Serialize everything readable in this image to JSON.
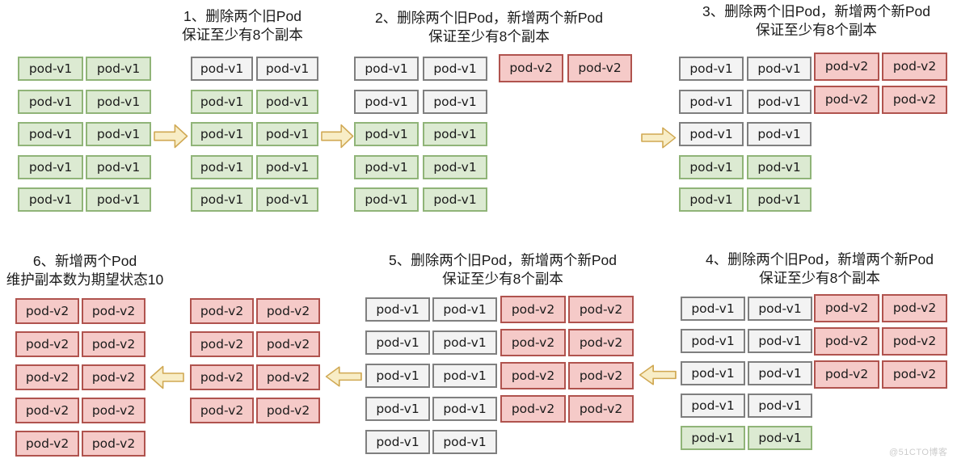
{
  "diagram": {
    "description": "Kubernetes rolling update pod replacement flow",
    "watermark": "@51CTO博客"
  },
  "labels": {
    "pod_v1": "pod-v1",
    "pod_v2": "pod-v2"
  },
  "cell_types": {
    "g": {
      "label_key": "pod_v1",
      "name": "pod-v1-running-box",
      "fill": "#dcead2",
      "border": "#90b478"
    },
    "w": {
      "label_key": "pod_v1",
      "name": "pod-v1-terminating-box",
      "fill": "#f3f3f3",
      "border": "#7f7f7f"
    },
    "r": {
      "label_key": "pod_v2",
      "name": "pod-v2-new-box",
      "fill": "#f5cac8",
      "border": "#b0534e"
    }
  },
  "colors": {
    "background": "#ffffff",
    "arrow_fill": "#f8edc6",
    "arrow_border": "#d0a852",
    "title_text": "#1a1a1a",
    "watermark_text": "#cccccc",
    "pod_green_fill": "#dcead2",
    "pod_green_border": "#90b478",
    "pod_gray_fill": "#f3f3f3",
    "pod_gray_border": "#7f7f7f",
    "pod_red_fill": "#f5cac8",
    "pod_red_border": "#b0534e"
  },
  "steps": [
    {
      "key": "initial",
      "title_lines": [],
      "grids": [
        {
          "rows": [
            "gg",
            "gg",
            "gg",
            "gg",
            "gg"
          ]
        }
      ]
    },
    {
      "key": "step-1",
      "title_lines": [
        "1、删除两个旧Pod",
        "保证至少有8个副本"
      ],
      "grids": [
        {
          "rows": [
            "ww",
            "gg",
            "gg",
            "gg",
            "gg"
          ]
        }
      ]
    },
    {
      "key": "step-2",
      "title_lines": [
        "2、删除两个旧Pod，新增两个新Pod",
        "保证至少有8个副本"
      ],
      "grids": [
        {
          "rows": [
            "ww",
            "ww",
            "gg",
            "gg",
            "gg"
          ]
        },
        {
          "rows": [
            "rr"
          ]
        }
      ]
    },
    {
      "key": "step-3",
      "title_lines": [
        "3、删除两个旧Pod，新增两个新Pod",
        "保证至少有8个副本"
      ],
      "grids": [
        {
          "rows": [
            "ww",
            "ww",
            "ww",
            "gg",
            "gg"
          ]
        },
        {
          "rows": [
            "rr",
            "rr"
          ]
        }
      ]
    },
    {
      "key": "step-4",
      "title_lines": [
        "4、删除两个旧Pod，新增两个新Pod",
        "保证至少有8个副本"
      ],
      "grids": [
        {
          "rows": [
            "ww",
            "ww",
            "ww",
            "ww",
            "gg"
          ]
        },
        {
          "rows": [
            "rr",
            "rr",
            "rr"
          ]
        }
      ]
    },
    {
      "key": "step-5",
      "title_lines": [
        "5、删除两个旧Pod，新增两个新Pod",
        "保证至少有8个副本"
      ],
      "grids": [
        {
          "rows": [
            "ww",
            "ww",
            "ww",
            "ww",
            "ww"
          ]
        },
        {
          "rows": [
            "rr",
            "rr",
            "rr",
            "rr"
          ]
        }
      ]
    },
    {
      "key": "after-step-5",
      "title_lines": [],
      "grids": [
        {
          "rows": [
            "rr",
            "rr",
            "rr",
            "rr"
          ]
        }
      ]
    },
    {
      "key": "step-6",
      "title_lines": [
        "6、新增两个Pod",
        "维护副本数为期望状态10"
      ],
      "grids": [
        {
          "rows": [
            "rr",
            "rr",
            "rr",
            "rr",
            "rr"
          ]
        }
      ]
    }
  ]
}
